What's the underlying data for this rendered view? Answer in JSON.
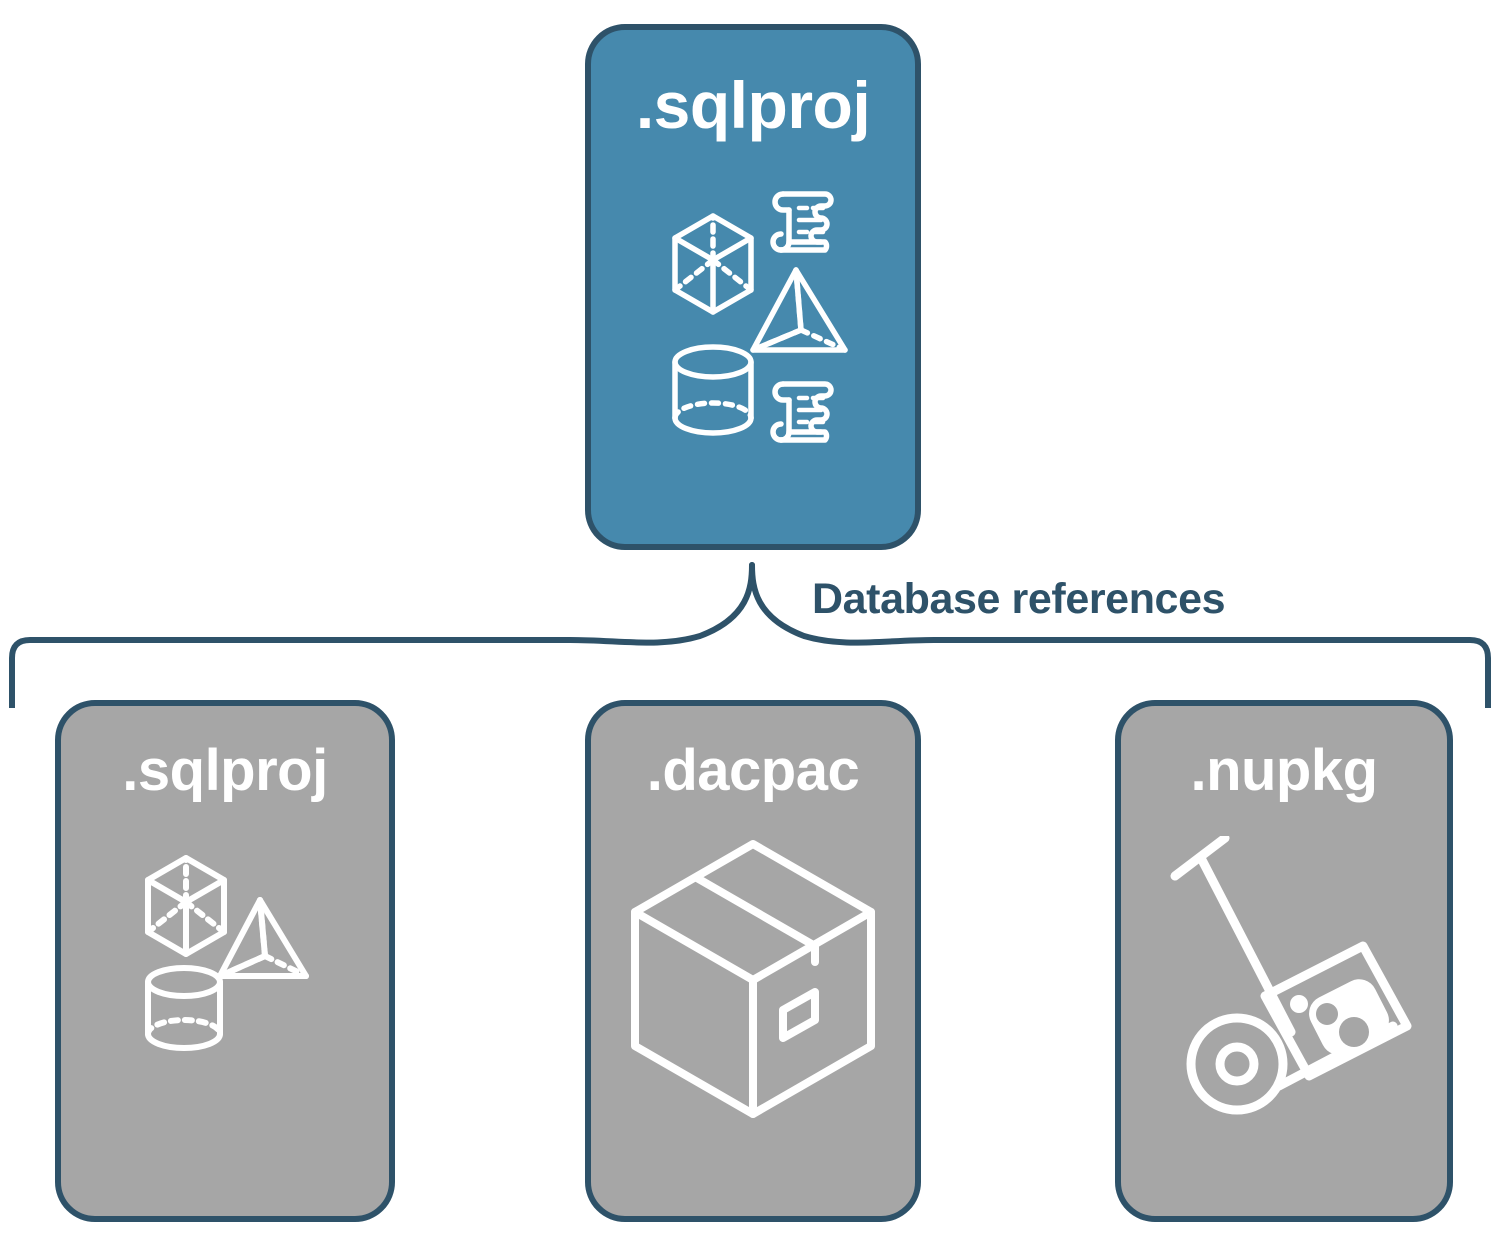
{
  "diagram": {
    "title_text": "Database references",
    "colors": {
      "primary_fill": "#4689AD",
      "secondary_fill": "#A6A6A6",
      "stroke": "#2E5269",
      "icon": "#FFFFFF",
      "background": "#FFFFFF"
    },
    "top_node": {
      "label": ".sqlproj",
      "fill": "#4689AD",
      "icon_name": "shapes-and-scrolls-icon",
      "icon_parts": [
        "wireframe-cube",
        "wireframe-pyramid",
        "wireframe-cylinder",
        "scroll-document",
        "scroll-document"
      ]
    },
    "connector": {
      "type": "curly-brace",
      "label": "Database references",
      "label_color": "#2E5269",
      "stroke_color": "#2E5269"
    },
    "children": [
      {
        "label": ".sqlproj",
        "fill": "#A6A6A6",
        "icon_name": "shapes-icon",
        "icon_parts": [
          "wireframe-cube",
          "wireframe-pyramid",
          "wireframe-cylinder"
        ]
      },
      {
        "label": ".dacpac",
        "fill": "#A6A6A6",
        "icon_name": "package-box-icon",
        "icon_parts": [
          "isometric-shipping-box"
        ]
      },
      {
        "label": ".nupkg",
        "fill": "#A6A6A6",
        "icon_name": "hand-truck-icon",
        "icon_parts": [
          "hand-truck",
          "nuget-package-box"
        ]
      }
    ]
  }
}
